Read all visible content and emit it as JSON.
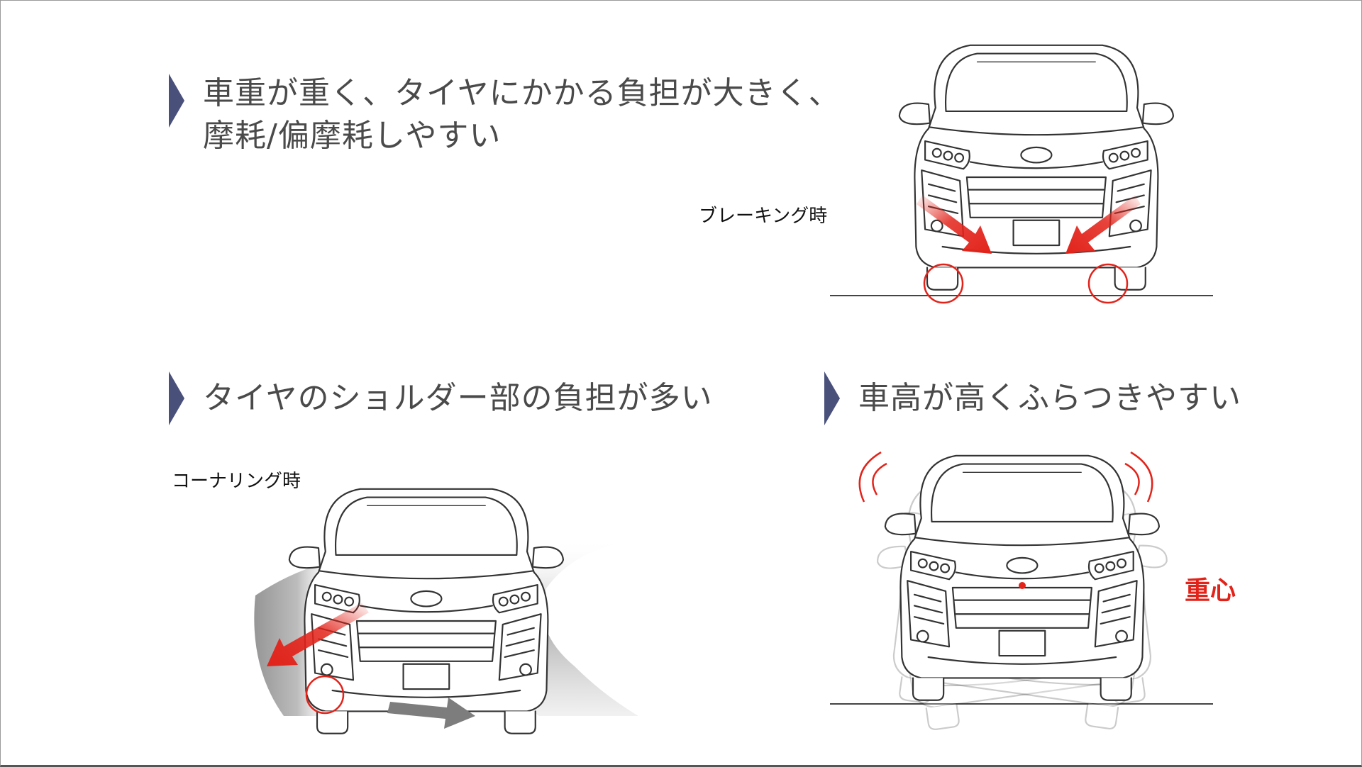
{
  "headings": {
    "wear": {
      "line1": "車重が重く、タイヤにかかる負担が大きく、",
      "line2": "摩耗/偏摩耗しやすい"
    },
    "shoulder": "タイヤのショルダー部の負担が多い",
    "sway": "車高が高くふらつきやすい"
  },
  "captions": {
    "braking": "ブレーキング時",
    "cornering": "コーナリング時"
  },
  "labels": {
    "center_of_gravity": "重心"
  },
  "colors": {
    "accent_red": "#e2231a",
    "chevron_navy": "#49507a",
    "text_gray": "#4a4a4a"
  }
}
